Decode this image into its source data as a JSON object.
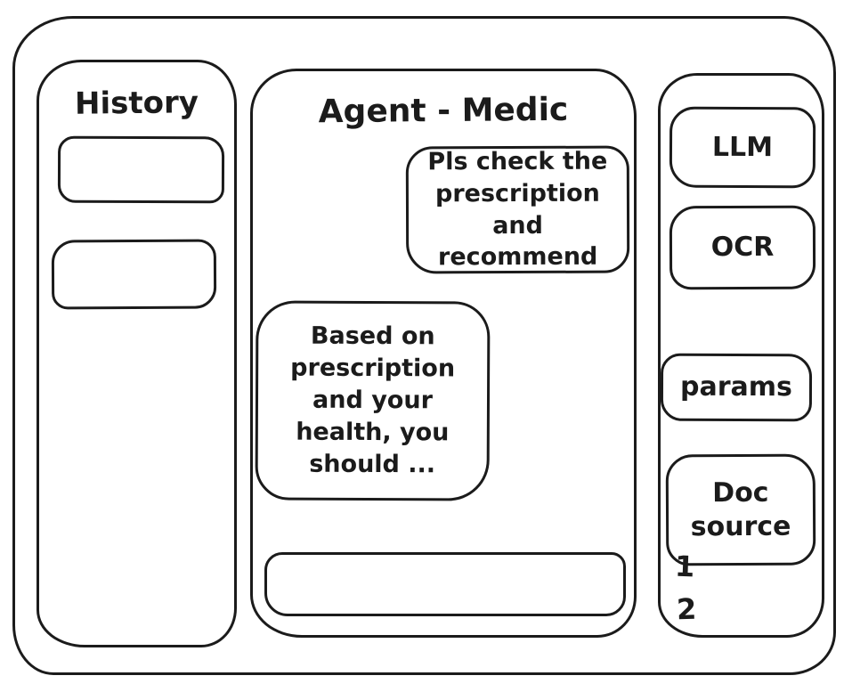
{
  "window": {
    "ink_color": "#1b1b1b",
    "background_color": "#ffffff"
  },
  "history": {
    "title": "History",
    "items": [
      {
        "label": ""
      },
      {
        "label": ""
      }
    ]
  },
  "chat": {
    "title": "Agent - Medic",
    "messages": [
      {
        "role": "user",
        "alignment": "right",
        "text": "Pls check the\nprescription\nand recommend"
      },
      {
        "role": "assistant",
        "alignment": "left",
        "text": "Based on\nprescription\nand your\nhealth, you\nshould ..."
      }
    ],
    "input": {
      "value": "",
      "placeholder": ""
    }
  },
  "tools": {
    "buttons": [
      {
        "id": "llm",
        "label": "LLM"
      },
      {
        "id": "ocr",
        "label": "OCR"
      },
      {
        "id": "params",
        "label": "params"
      },
      {
        "id": "doc-source",
        "label": "Doc source"
      }
    ],
    "doc_list": [
      "1",
      "2"
    ]
  }
}
